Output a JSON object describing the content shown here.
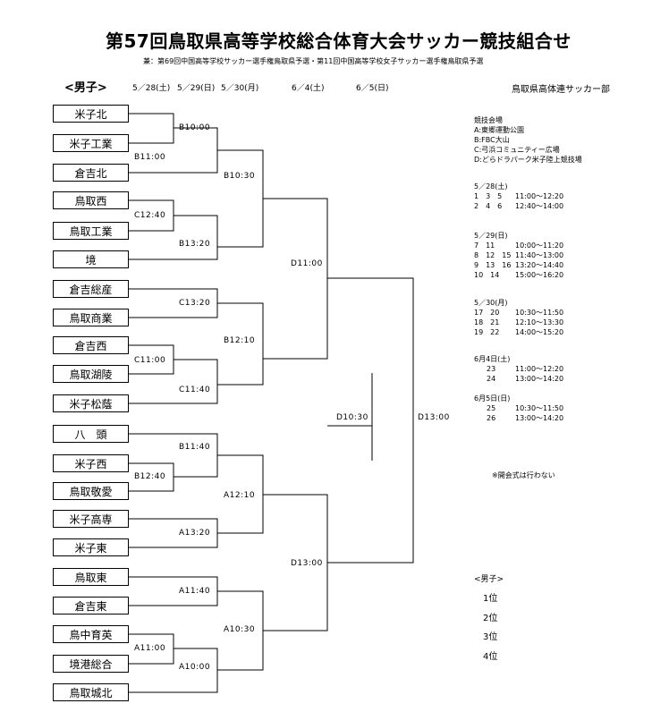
{
  "header": {
    "title": "第57回鳥取県高等学校総合体育大会サッカー競技組合せ",
    "subtitle": "兼：第69回中国高等学校サッカー選手権鳥取県予選・第11回中国高等学校女子サッカー選手権鳥取県予選",
    "section": "<男子>",
    "dates": [
      "5／28(土)",
      "5／29(日)",
      "5／30(月)",
      "6／4(土)",
      "6／5(日)"
    ],
    "organizer": "鳥取県高体連サッカー部"
  },
  "teams": [
    "米子北",
    "米子工業",
    "倉吉北",
    "鳥取西",
    "鳥取工業",
    "境",
    "倉吉総産",
    "鳥取商業",
    "倉吉西",
    "鳥取湖陵",
    "米子松蔭",
    "八　頭",
    "米子西",
    "鳥取敬愛",
    "米子高専",
    "米子東",
    "鳥取東",
    "倉吉東",
    "鳥中育英",
    "境港総合",
    "鳥取城北"
  ],
  "matches": {
    "m1": "B10:00",
    "m2": "B11:00",
    "m3": "C12:40",
    "m4": "B13:20",
    "m5": "C13:20",
    "m6": "C11:00",
    "m7": "C11:40",
    "m8": "B11:40",
    "m9": "B12:40",
    "m10": "A13:20",
    "m11": "A11:40",
    "m12": "A11:00",
    "m13": "A10:00",
    "m14": "B10:30",
    "m15": "B12:10",
    "m16": "A12:10",
    "m17": "A10:30",
    "m18": "D11:00",
    "m19": "D13:00",
    "m20": "D10:30",
    "m21": "D13:00"
  },
  "venues": {
    "heading": "競技会場",
    "items": [
      "A:東郷運動公園",
      "B:FBC大山",
      "C:弓浜コミュニティー広場",
      "D:どらドラパーク米子陸上競技場"
    ]
  },
  "schedule": [
    {
      "date": "5／28(土)",
      "rows": [
        {
          "nums": "1　3　5",
          "time": "11:00～12:20"
        },
        {
          "nums": "2　4　6",
          "time": "12:40～14:00"
        }
      ]
    },
    {
      "date": "5／29(日)",
      "rows": [
        {
          "nums": "7　11",
          "time": "10:00～11:20"
        },
        {
          "nums": "8　12　15",
          "time": "11:40～13:00"
        },
        {
          "nums": "9　13　16",
          "time": "13:20～14:40"
        },
        {
          "nums": "10　14",
          "time": "15:00～16:20"
        }
      ]
    },
    {
      "date": "5／30(月)",
      "rows": [
        {
          "nums": "17　20",
          "time": "10:30～11:50"
        },
        {
          "nums": "18　21",
          "time": "12:10～13:30"
        },
        {
          "nums": "19　22",
          "time": "14:00～15:20"
        }
      ]
    },
    {
      "date": "6月4日(土)",
      "rows": [
        {
          "nums": "23",
          "time": "11:00～12:20"
        },
        {
          "nums": "24",
          "time": "13:00～14:20"
        }
      ]
    },
    {
      "date": "6月5日(日)",
      "rows": [
        {
          "nums": "25",
          "time": "10:30～11:50"
        },
        {
          "nums": "26",
          "time": "13:00～14:20"
        }
      ]
    }
  ],
  "note": "※開会式は行わない",
  "ranking": {
    "heading": "<男子>",
    "places": [
      "1位",
      "2位",
      "3位",
      "4位"
    ]
  }
}
